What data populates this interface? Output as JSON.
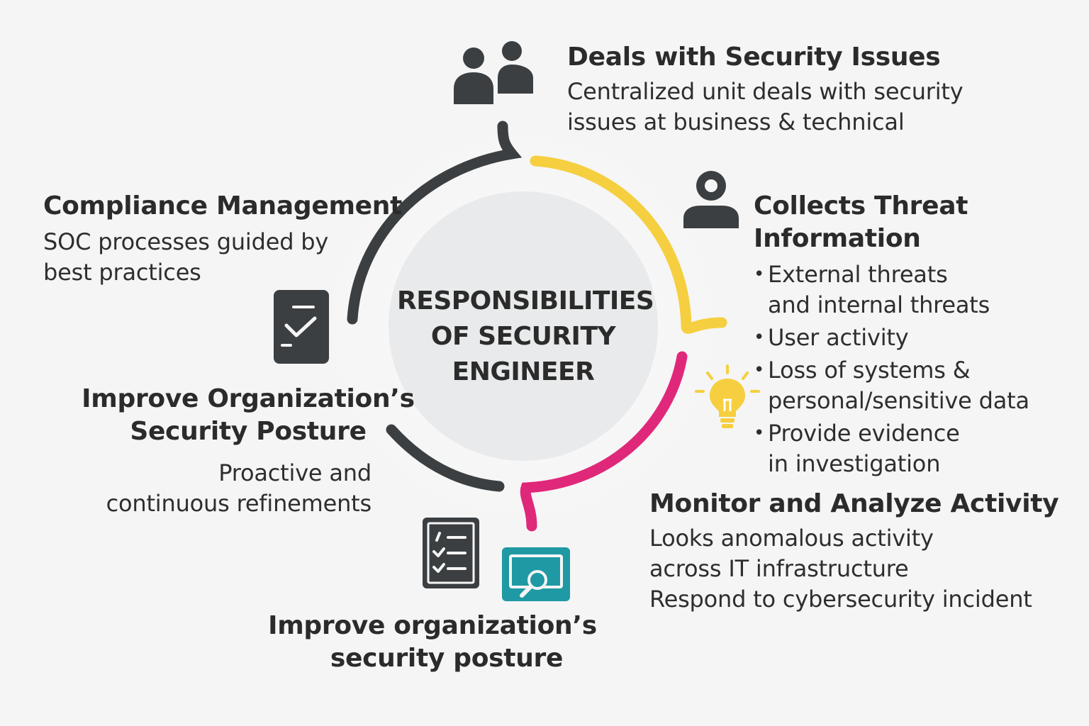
{
  "center": {
    "lines": [
      "RESPONSIBILITIES",
      "OF SECURITY",
      "ENGINEER"
    ]
  },
  "sections": {
    "deals": {
      "title": "Deals with Security Issues",
      "desc_lines": [
        "Centralized unit deals with security",
        "issues at business & technical"
      ]
    },
    "threat": {
      "title_lines": [
        "Collects Threat",
        "Information"
      ],
      "bullets": [
        [
          "External threats",
          "and internal threats"
        ],
        [
          "User activity"
        ],
        [
          "Loss of systems &",
          "personal/sensitive data"
        ],
        [
          "Provide evidence",
          "in investigation"
        ]
      ]
    },
    "monitor": {
      "title": "Monitor and Analyze Activity",
      "desc_lines": [
        "Looks anomalous activity",
        "across IT infrastructure",
        "Respond to cybersecurity incident"
      ]
    },
    "compliance": {
      "title": "Compliance Management",
      "desc_lines": [
        "SOC processes guided by",
        "best practices"
      ]
    },
    "posture_left": {
      "title_lines": [
        "Improve Organization’s",
        "Security Posture"
      ],
      "desc_lines": [
        "Proactive and",
        "continuous refinements"
      ]
    },
    "posture_bottom": {
      "title_lines": [
        "Improve organization’s",
        "security posture"
      ]
    }
  },
  "colors": {
    "dark": "#3b3f41",
    "yellow": "#f5cf3f",
    "magenta": "#e0287a",
    "teal": "#1f99a3",
    "center_fill": "#e9eaeb"
  },
  "icons": {
    "deals": "users-icon",
    "threat": "user-icon",
    "monitor": "lightbulb-icon",
    "compliance": "document-check-icon",
    "checklist": "checklist-icon",
    "screen": "screen-search-icon"
  }
}
